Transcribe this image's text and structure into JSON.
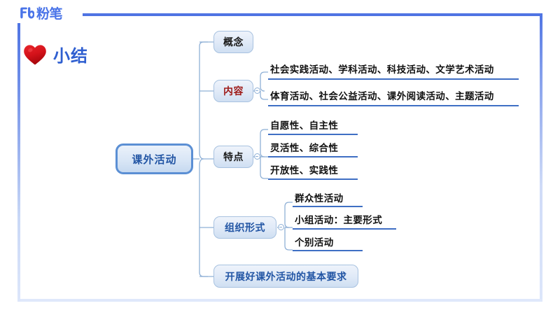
{
  "brand": {
    "logo_text": "粉笔",
    "logo_mark": "fb-logo-icon",
    "accent": "#4a74e8"
  },
  "summary": {
    "icon": "heart-icon",
    "icon_color": "#d81820",
    "label": "小结",
    "label_color": "#2f5fd0"
  },
  "mindmap": {
    "root": {
      "label": "课外活动",
      "color": "#2255a4"
    },
    "branches": [
      {
        "label": "概念",
        "color": "#1a1a1a",
        "accent": "none",
        "collapsible": false,
        "leaves": []
      },
      {
        "label": "内容",
        "color": "#9e1a18",
        "accent": "red",
        "collapsible": true,
        "leaves": [
          "社会实践活动、学科活动、科技活动、文学艺术活动",
          "体育活动、社会公益活动、课外阅读活动、主题活动"
        ]
      },
      {
        "label": "特点",
        "color": "#1a1a1a",
        "accent": "none",
        "collapsible": true,
        "leaves": [
          "自愿性、自主性",
          "灵活性、综合性",
          "开放性、实践性"
        ]
      },
      {
        "label": "组织形式",
        "color": "#2255a4",
        "accent": "blue",
        "collapsible": true,
        "leaves": [
          "群众性活动",
          "小组活动：主要形式",
          "个别活动"
        ]
      },
      {
        "label": "开展好课外活动的基本要求",
        "color": "#2255a4",
        "accent": "blue",
        "collapsible": false,
        "leaves": []
      }
    ]
  },
  "colors": {
    "frame_top": "#4f74e3",
    "frame_bottom": "#dfe8fb",
    "node_border": "#a8c2e0",
    "root_border": "#5b8fd4",
    "connector": "#8fb0d6",
    "underline": "#3f6fc4"
  }
}
